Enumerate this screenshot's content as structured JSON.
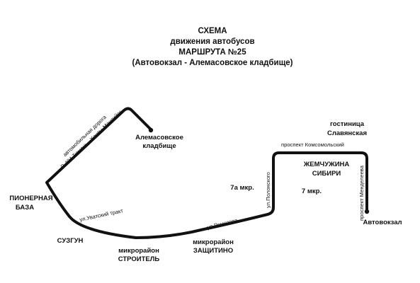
{
  "title": {
    "line1": "СХЕМА",
    "line2": "движения автобусов",
    "line3": "МАРШРУТА №25",
    "line4": "(Автовокзал - Алемасовское кладбище)"
  },
  "stops": {
    "alemasovskoe": {
      "line1": "Алемасовское",
      "line2": "кладбище"
    },
    "avtovokzal": "Автовокзал",
    "pionernaya_baza": {
      "line1": "ПИОНЕРНАЯ",
      "line2": "БАЗА"
    },
    "suzgun": "СУЗГУН",
    "stroitel": {
      "line1": "микрорайон",
      "line2": "СТРОИТЕЛЬ"
    },
    "zashchitino": {
      "line1": "микрорайон",
      "line2": "ЗАЩИТИНО"
    },
    "gostinitsa": {
      "line1": "гостиница",
      "line2": "Славянская"
    }
  },
  "districts": {
    "mkr_7a": "7а мкр.",
    "mkr_7": "7 мкр.",
    "zhemchuzhina": {
      "line1": "ЖЕМЧУЖИНА",
      "line2": "СИБИРИ"
    }
  },
  "roads": {
    "highway_line1": "автомобильная дорога",
    "highway_line2": "Р-404 Тюмень - Ханты-Мансийск",
    "uvatsky": "ул.Уватский тракт",
    "remezova": "ул.Ремезова",
    "polonskogo": "ул.Полонского",
    "komsomolsky": "проспект Комсомольский",
    "mendeleeva": "проспект Менделеева"
  }
}
